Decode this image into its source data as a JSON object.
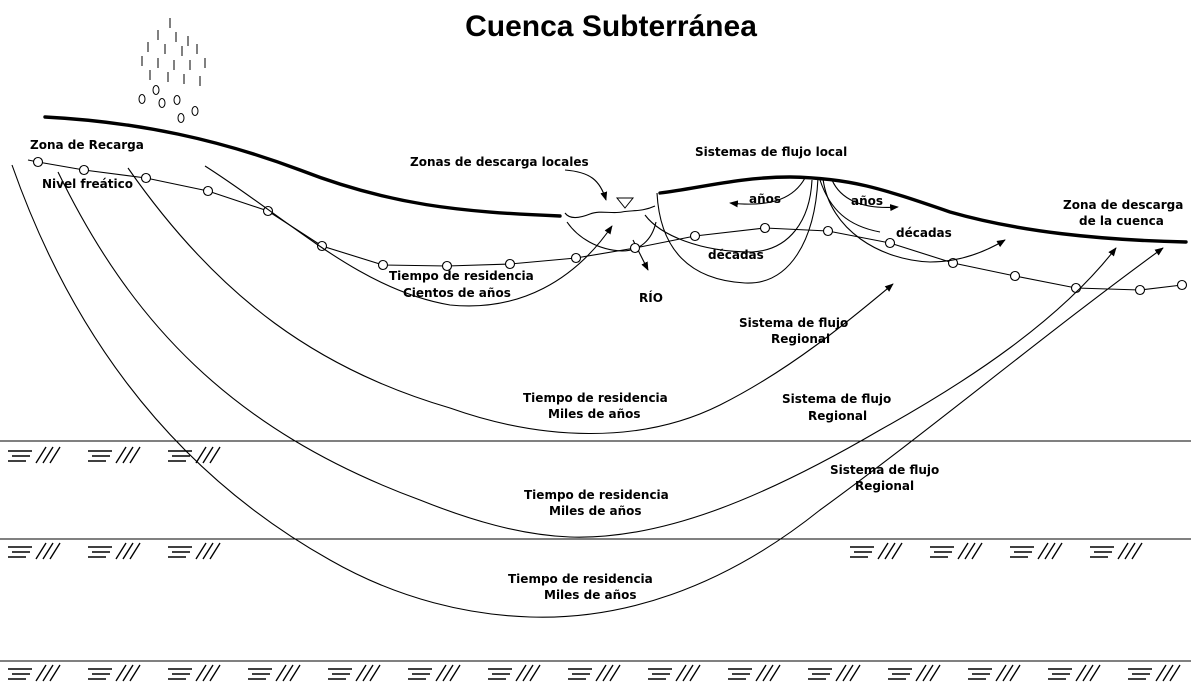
{
  "title": "Cuenca  Subterránea",
  "labels": {
    "zona_recarga": "Zona de Recarga",
    "nivel_freatico": "Nivel freático",
    "zonas_descarga_locales": "Zonas de descarga locales",
    "sistemas_flujo_local": "Sistemas de flujo local",
    "zona_descarga_cuenca_1": "Zona de descarga",
    "zona_descarga_cuenca_2": "de la cuenca",
    "anos_left": "años",
    "anos_right": "años",
    "decadas_left": "décadas",
    "decadas_right": "décadas",
    "rio": "RÍO",
    "residencia_cientos_1": "Tiempo de residencia",
    "residencia_cientos_2": "Cientos de años",
    "regional_1_a": "Sistema de flujo",
    "regional_1_b": "Regional",
    "regional_2_a": "Sistema de flujo",
    "regional_2_b": "Regional",
    "regional_3_a": "Sistema de flujo",
    "regional_3_b": "Regional",
    "miles_1_a": "Tiempo de residencia",
    "miles_1_b": "Miles de años",
    "miles_2_a": "Tiempo de residencia",
    "miles_2_b": "Miles de años",
    "miles_3_a": "Tiempo de residencia",
    "miles_3_b": "Miles de años"
  },
  "colors": {
    "ink": "#000000",
    "background": "#ffffff"
  }
}
